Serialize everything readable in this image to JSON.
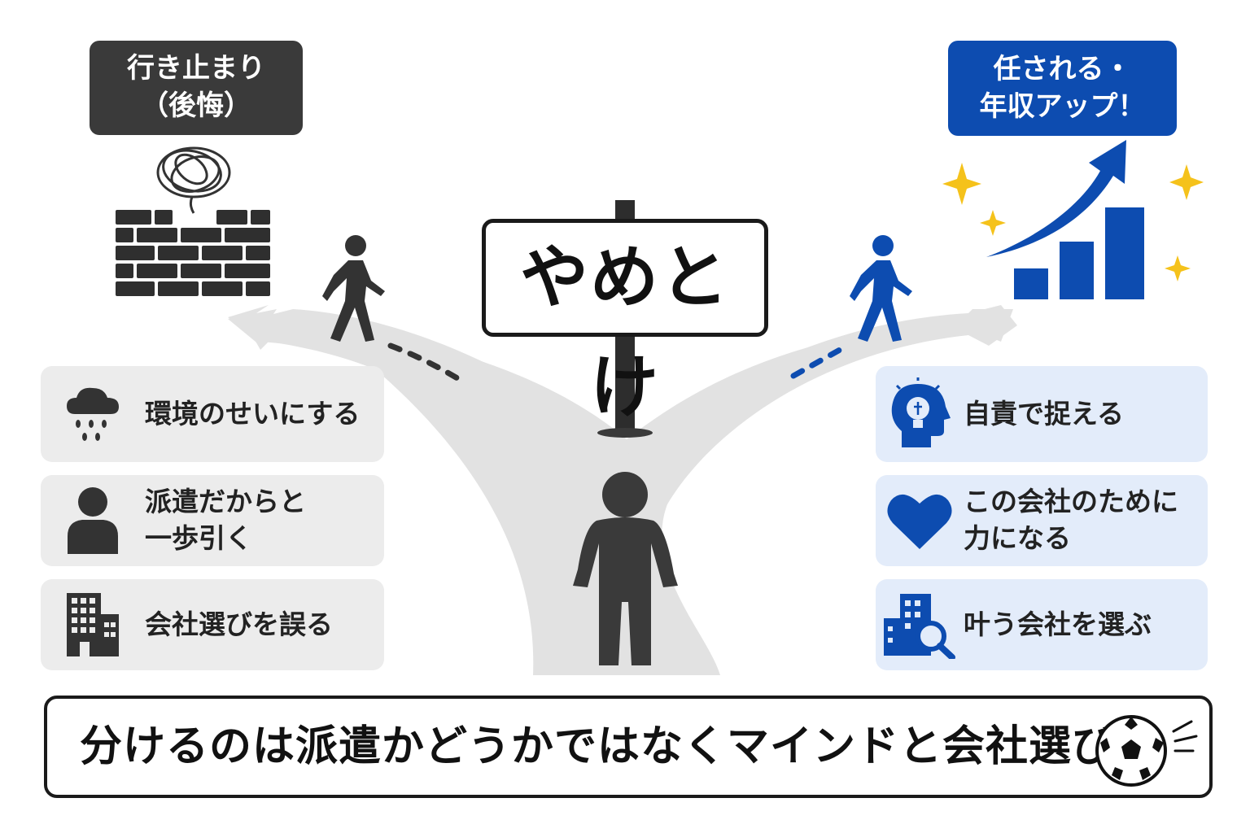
{
  "colors": {
    "dark": "#3a3a3a",
    "blue": "#0d4cb0",
    "road": "#e2e2e2",
    "gold": "#f5c21b"
  },
  "left_path": {
    "label_line1": "行き止まり",
    "label_line2": "（後悔）",
    "icons": [
      "tangled-thought-icon",
      "brick-wall-icon",
      "walking-person-icon"
    ]
  },
  "right_path": {
    "label_line1": "任される・",
    "label_line2": "年収アップ！",
    "icons": [
      "sparkle-icon",
      "rising-arrow-chart-icon",
      "walking-person-icon"
    ]
  },
  "signpost": {
    "text": "やめとけ"
  },
  "left_cards": [
    {
      "icon": "rain-cloud-icon",
      "line1": "環境のせいにする",
      "line2": ""
    },
    {
      "icon": "person-icon",
      "line1": "派遣だからと",
      "line2": "一歩引く"
    },
    {
      "icon": "building-icon",
      "line1": "会社選びを誤る",
      "line2": ""
    }
  ],
  "right_cards": [
    {
      "icon": "lightbulb-head-icon",
      "line1": "自責で捉える",
      "line2": ""
    },
    {
      "icon": "heart-icon",
      "line1": "この会社のために",
      "line2": "力になる"
    },
    {
      "icon": "building-search-icon",
      "line1": "叶う会社を選ぶ",
      "line2": ""
    }
  ],
  "bottom": {
    "message": "分けるのは派遣かどうかではなくマインドと会社選び",
    "icon": "soccer-ball-icon"
  }
}
